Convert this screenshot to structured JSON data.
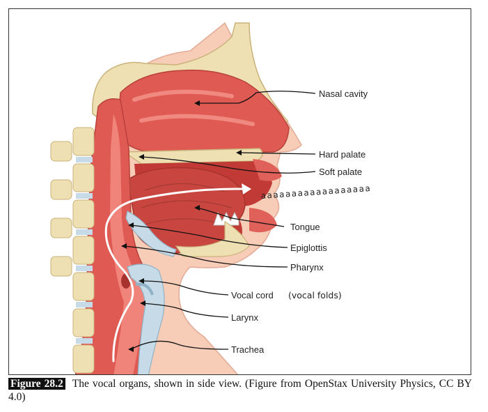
{
  "labels": {
    "nasal_cavity": "Nasal cavity",
    "hard_palate": "Hard palate",
    "soft_palate": "Soft palate",
    "tongue": "Tongue",
    "epiglottis": "Epiglottis",
    "pharynx": "Pharynx",
    "vocal_cord": "Vocal cord",
    "vocal_folds": "(vocal folds)",
    "larynx": "Larynx",
    "trachea": "Trachea"
  },
  "sound_text": "aaaaaaaaaaaaaaaaaa",
  "caption": {
    "tag": "Figure 28.2",
    "text": "The vocal organs, shown in side view.  (Figure from OpenStax University Physics, CC BY 4.0)"
  },
  "colors": {
    "bone": "#efe0b4",
    "flesh": "#f4b7a1",
    "tissue_red": "#df5a52",
    "tongue": "#c8463f",
    "airway_blue": "#c6dbe7",
    "skin": "#f7cdb8"
  }
}
